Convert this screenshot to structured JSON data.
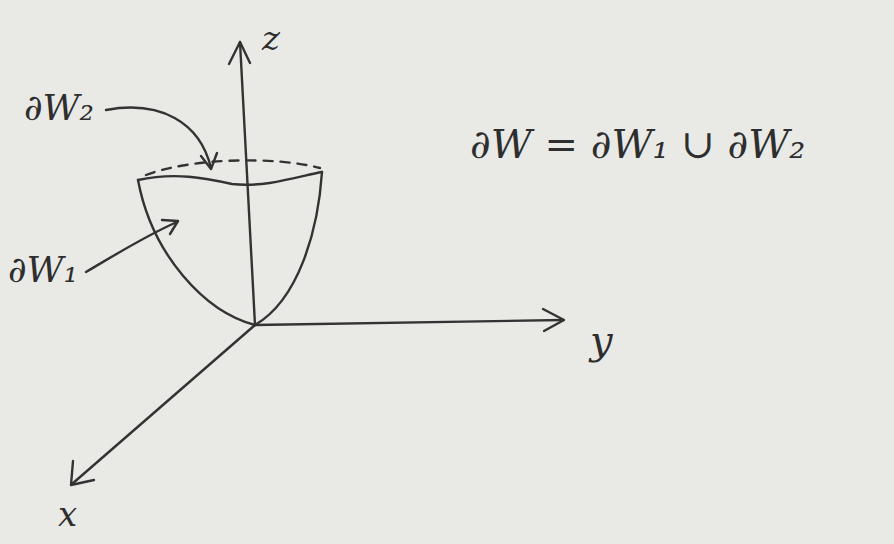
{
  "diagram": {
    "labels": [
      "z",
      "y",
      "x",
      "∂W₂",
      "∂W₁",
      "∂W = ∂W₁ ∪ ∂W₂"
    ]
  }
}
